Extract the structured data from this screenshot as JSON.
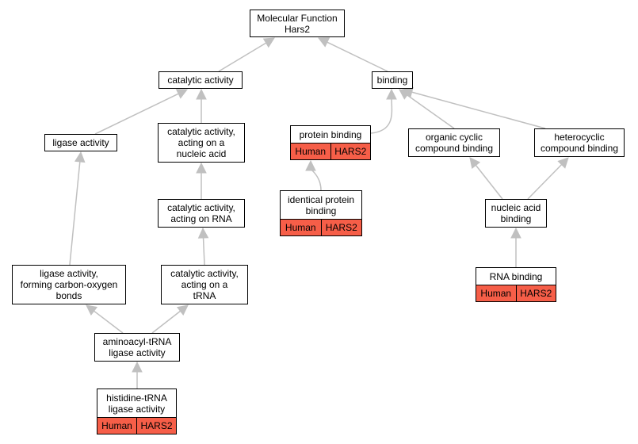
{
  "nodes": [
    {
      "id": "mf",
      "label": "Molecular Function\nHars2",
      "tags": []
    },
    {
      "id": "cat",
      "label": "catalytic activity",
      "tags": []
    },
    {
      "id": "bind",
      "label": "binding",
      "tags": []
    },
    {
      "id": "lig",
      "label": "ligase activity",
      "tags": []
    },
    {
      "id": "catna",
      "label": "catalytic activity,\nacting on a\nnucleic acid",
      "tags": []
    },
    {
      "id": "prot",
      "label": "protein binding",
      "tags": [
        "Human",
        "HARS2"
      ]
    },
    {
      "id": "org",
      "label": "organic cyclic\ncompound binding",
      "tags": []
    },
    {
      "id": "het",
      "label": "heterocyclic\ncompound binding",
      "tags": []
    },
    {
      "id": "ident",
      "label": "identical protein\nbinding",
      "tags": [
        "Human",
        "HARS2"
      ]
    },
    {
      "id": "catrna",
      "label": "catalytic activity,\nacting on RNA",
      "tags": []
    },
    {
      "id": "nab",
      "label": "nucleic acid\nbinding",
      "tags": []
    },
    {
      "id": "ligco",
      "label": "ligase activity,\nforming carbon-oxygen\nbonds",
      "tags": []
    },
    {
      "id": "cattrna",
      "label": "catalytic activity,\nacting on a\ntRNA",
      "tags": []
    },
    {
      "id": "rnab",
      "label": "RNA binding",
      "tags": [
        "Human",
        "HARS2"
      ]
    },
    {
      "id": "aatrna",
      "label": "aminoacyl-tRNA\nligase activity",
      "tags": []
    },
    {
      "id": "his",
      "label": "histidine-tRNA\nligase activity",
      "tags": [
        "Human",
        "HARS2"
      ]
    }
  ],
  "edges": [
    {
      "from": "cat",
      "to": "mf"
    },
    {
      "from": "bind",
      "to": "mf"
    },
    {
      "from": "lig",
      "to": "cat"
    },
    {
      "from": "catna",
      "to": "cat"
    },
    {
      "from": "prot",
      "to": "bind"
    },
    {
      "from": "org",
      "to": "bind"
    },
    {
      "from": "het",
      "to": "bind"
    },
    {
      "from": "ident",
      "to": "prot"
    },
    {
      "from": "catrna",
      "to": "catna"
    },
    {
      "from": "nab",
      "to": "org"
    },
    {
      "from": "nab",
      "to": "het"
    },
    {
      "from": "ligco",
      "to": "lig"
    },
    {
      "from": "cattrna",
      "to": "catrna"
    },
    {
      "from": "rnab",
      "to": "nab"
    },
    {
      "from": "aatrna",
      "to": "ligco"
    },
    {
      "from": "aatrna",
      "to": "cattrna"
    },
    {
      "from": "his",
      "to": "aatrna"
    }
  ],
  "colors": {
    "edge": "#c0c0c0",
    "annotation": "#f65e48",
    "border": "#000000"
  }
}
